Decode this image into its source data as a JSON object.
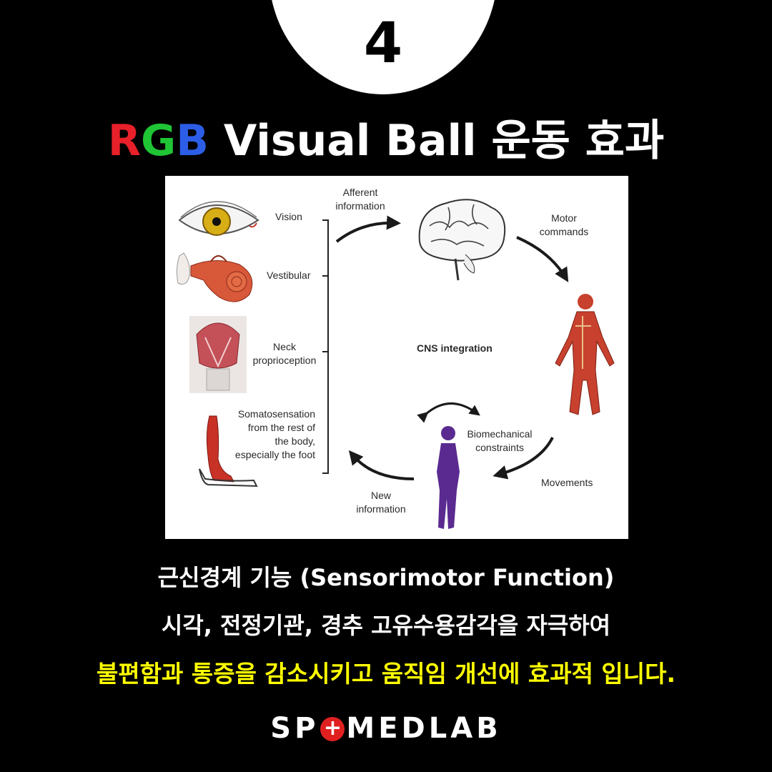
{
  "badge": {
    "number": "4"
  },
  "title": {
    "rgb_r": "R",
    "rgb_g": "G",
    "rgb_b": "B",
    "rest": " Visual Ball 운동 효과"
  },
  "colors": {
    "red": "#e8202a",
    "green": "#1fc534",
    "blue": "#2c5de6",
    "yellow": "#ffff00",
    "logo_accent": "#e02020"
  },
  "diagram": {
    "afferent": [
      "Afferent",
      "information"
    ],
    "vision": "Vision",
    "vestibular": "Vestibular",
    "neck": [
      "Neck",
      "proprioception"
    ],
    "soma": [
      "Somatosensation",
      "from the rest of",
      "the body,",
      "especially the foot"
    ],
    "motor": [
      "Motor",
      "commands"
    ],
    "cns": "CNS integration",
    "biomech": [
      "Biomechanical",
      "constraints"
    ],
    "movements": "Movements",
    "new_info": [
      "New",
      "information"
    ]
  },
  "caption": {
    "line1": "근신경계 기능 (Sensorimotor Function)",
    "line2": "시각, 전정기관, 경추 고유수용감각을 자극하여",
    "line3": "불편함과 통증을 감소시키고 움직임 개선에 효과적 입니다."
  },
  "logo": {
    "part1": "SP",
    "mark": "+",
    "part2": "MEDLAB"
  }
}
